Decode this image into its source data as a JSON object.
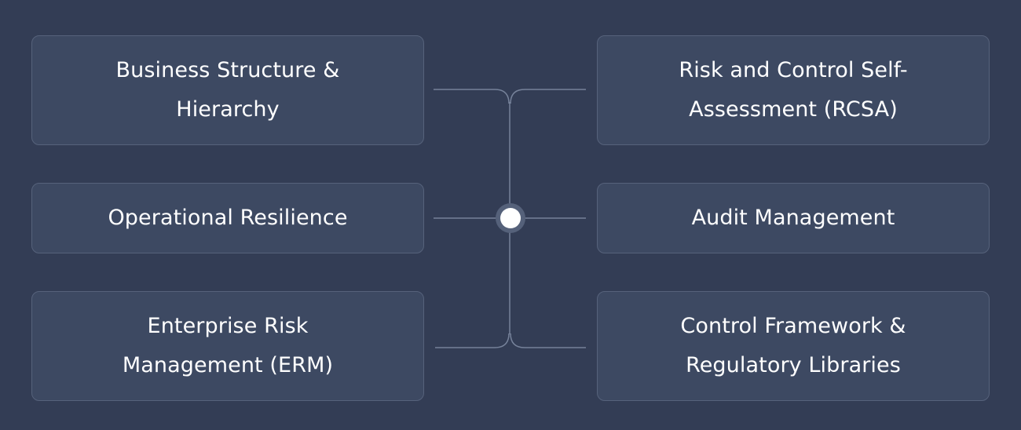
{
  "diagram": {
    "left_items": [
      {
        "label": "Business Structure & Hierarchy"
      },
      {
        "label": "Operational Resilience"
      },
      {
        "label": "Enterprise Risk Management (ERM)"
      }
    ],
    "right_items": [
      {
        "label": "Risk and Control Self-Assessment (RCSA)"
      },
      {
        "label": "Audit Management"
      },
      {
        "label": "Control Framework & Regulatory Libraries"
      }
    ],
    "colors": {
      "background": "#333d55",
      "card_fill": "#3d4962",
      "card_border": "#56627b",
      "connector_line": "#76829a",
      "hub_fill": "#ffffff",
      "hub_ring": "#55617a"
    }
  }
}
